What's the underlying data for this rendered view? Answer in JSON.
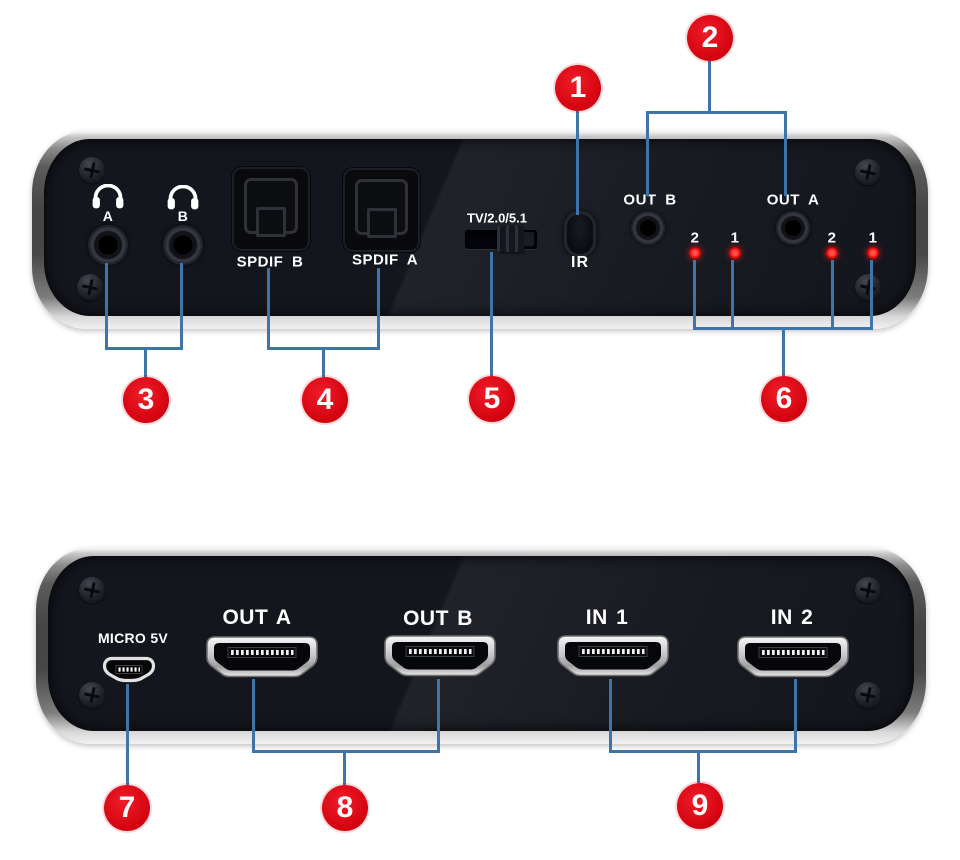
{
  "colors": {
    "callout_red": "#d40310",
    "line_blue": "#3e74a8",
    "led_red": "#ef0a0c",
    "panel_dark": "#14161d",
    "bezel_silver": "#c6c6c6",
    "label_white": "#ffffff"
  },
  "top_device": {
    "headphone_ports": [
      {
        "label": "A"
      },
      {
        "label": "B"
      }
    ],
    "spdif_ports": [
      {
        "label": "SPDIF B"
      },
      {
        "label": "SPDIF A"
      }
    ],
    "audio_mode_switch": {
      "label": "TV/2.0/5.1"
    },
    "ir_receiver": {
      "label": "IR"
    },
    "audio_out_jacks": [
      {
        "label": "OUT B"
      },
      {
        "label": "OUT A"
      }
    ],
    "led_labels": [
      "2",
      "1",
      "2",
      "1"
    ]
  },
  "bottom_device": {
    "power_port": {
      "label": "MICRO 5V"
    },
    "hdmi_ports": [
      {
        "label": "OUT A"
      },
      {
        "label": "OUT B"
      },
      {
        "label": "IN 1"
      },
      {
        "label": "IN 2"
      }
    ]
  },
  "callouts": [
    {
      "number": "1"
    },
    {
      "number": "2"
    },
    {
      "number": "3"
    },
    {
      "number": "4"
    },
    {
      "number": "5"
    },
    {
      "number": "6"
    },
    {
      "number": "7"
    },
    {
      "number": "8"
    },
    {
      "number": "9"
    }
  ]
}
